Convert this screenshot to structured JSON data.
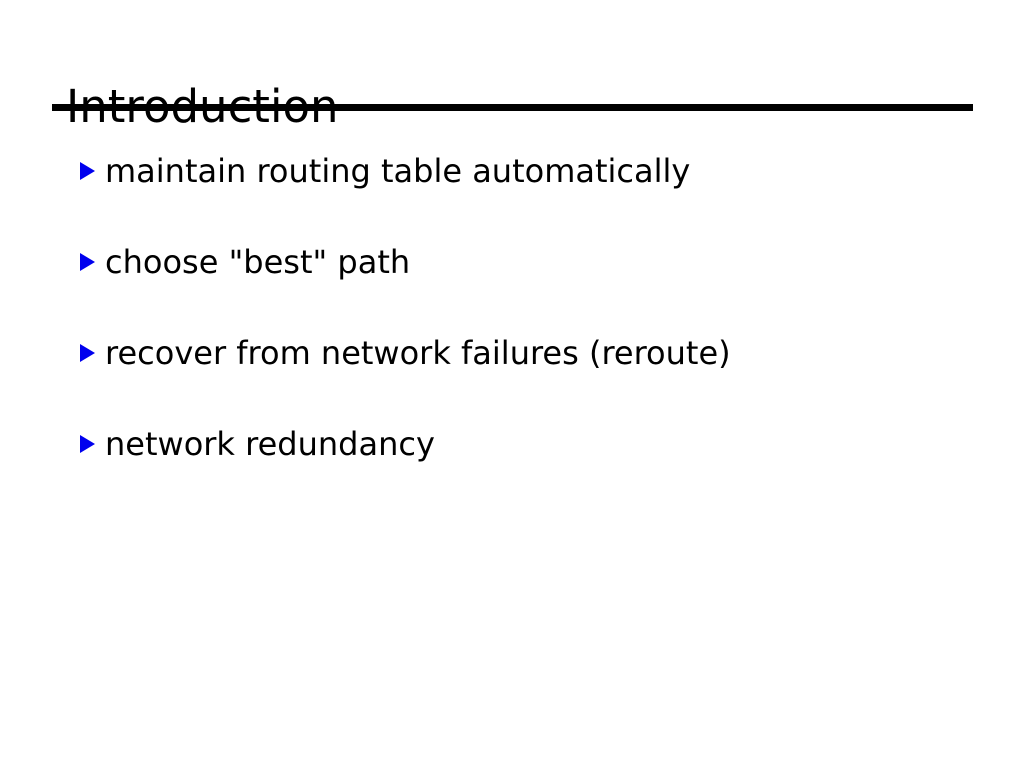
{
  "slide": {
    "title": "Introduction",
    "bullets": [
      {
        "text": "maintain routing table automatically"
      },
      {
        "text": "choose \"best\" path"
      },
      {
        "text": "recover from network failures (reroute)"
      },
      {
        "text": "network redundancy"
      }
    ],
    "colors": {
      "bullet_marker": "#0000ee",
      "text": "#000000",
      "title_rule": "#000000",
      "background": "#ffffff"
    }
  }
}
